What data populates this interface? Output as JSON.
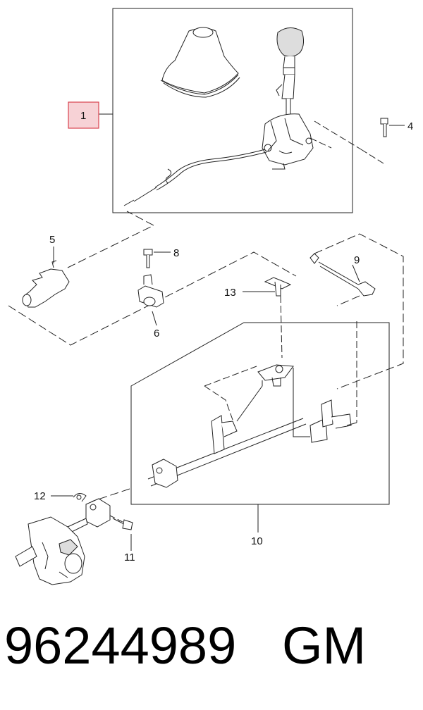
{
  "callouts": {
    "c1": "1",
    "c4": "4",
    "c5": "5",
    "c6": "6",
    "c8": "8",
    "c9": "9",
    "c10": "10",
    "c11": "11",
    "c12": "12",
    "c13": "13"
  },
  "footer": {
    "part_number": "96244989",
    "brand": "GM"
  },
  "colors": {
    "highlight_fill": "#f7d2d6",
    "highlight_stroke": "#d9434f",
    "line": "#222222"
  }
}
